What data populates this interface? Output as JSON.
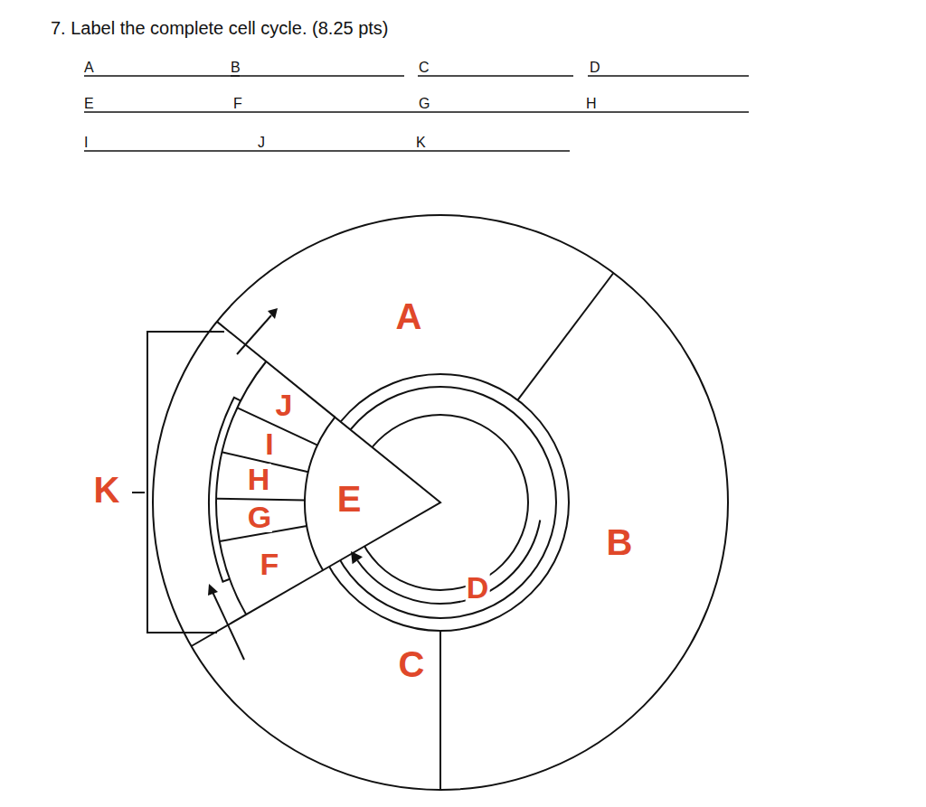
{
  "diagram": {
    "title": "7. Label the complete cell cycle. (8.25 pts)",
    "labels": [
      "A",
      "B",
      "C",
      "D",
      "E",
      "F",
      "G",
      "H",
      "I",
      "J",
      "K",
      "A",
      "J",
      "I",
      "H",
      "K",
      "E",
      "G",
      "F",
      "B",
      "D",
      "C"
    ]
  }
}
